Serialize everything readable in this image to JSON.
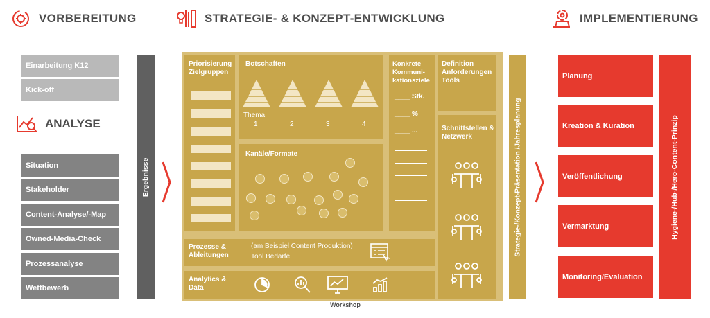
{
  "headers": {
    "vorbereitung": "VORBEREITUNG",
    "strategie": "STRATEGIE- & KONZEPT-ENTWICKLUNG",
    "implementierung": "IMPLEMENTIERUNG"
  },
  "vorbereitung_items": [
    "Einarbeitung K12",
    "Kick-off"
  ],
  "analyse": {
    "title": "ANALYSE",
    "items": [
      "Situation",
      "Stakeholder",
      "Content-Analyse/-Map",
      "Owned-Media-Check",
      "Prozessanalyse",
      "Wettbewerb"
    ]
  },
  "ergebnisse": "Ergebnisse",
  "strategy": {
    "prio": "Priorisierung Zielgruppen",
    "botschaften": "Botschaften",
    "thema": "Thema",
    "thema_numbers": [
      "1",
      "2",
      "3",
      "4"
    ],
    "kanaele": "Kanäle/Formate",
    "konkrete": "Konkrete Kommuni-kationsziele",
    "stk": "____ Stk.",
    "pct": "____ %",
    "dots": "____ ...",
    "definition": "Definition Anforderungen Tools",
    "schnittstellen": "Schnittstellen & Netzwerk",
    "prozesse": "Prozesse & Ableitungen",
    "prozesse_detail_1": "(am Beispiel Content Produktion)",
    "prozesse_detail_2": "Tool Bedarfe",
    "analytics": "Analytics & Data",
    "workshop": "Workshop",
    "vertical": "Strategie-/Konzept-Präsentation /Jahresplanung"
  },
  "implementierung_items": [
    "Planung",
    "Kreation & Kuration",
    "Veröffentlichung",
    "Vermarktung",
    "Monitoring/Evaluation"
  ],
  "hero_vertical": "Hygiene-/Hub-/Hero-Content-Prinzip",
  "colors": {
    "red": "#e63a2e",
    "gold": "#c8a64b",
    "dark_gray": "#606060",
    "gray": "#838383",
    "light_gray": "#b9b9b9"
  }
}
